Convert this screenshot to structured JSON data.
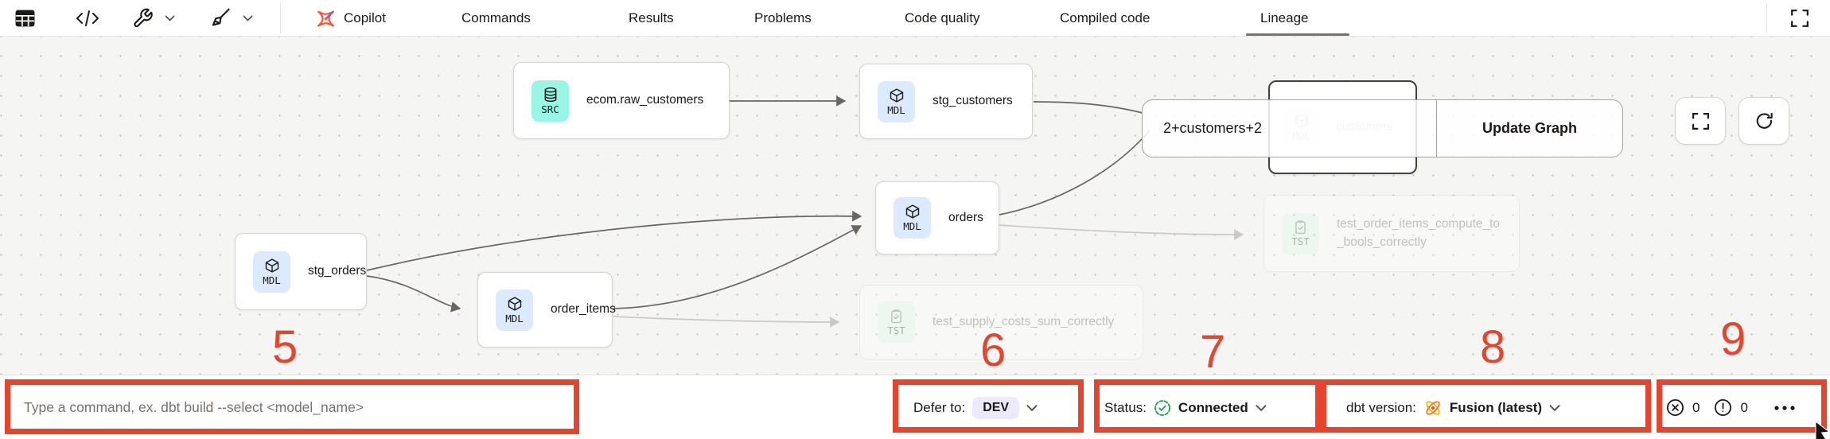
{
  "toolbar": {
    "tabs": [
      {
        "label": "Copilot"
      },
      {
        "label": "Commands"
      },
      {
        "label": "Results"
      },
      {
        "label": "Problems"
      },
      {
        "label": "Code quality"
      },
      {
        "label": "Compiled code"
      },
      {
        "label": "Lineage"
      }
    ],
    "active_tab": "Lineage"
  },
  "canvas": {
    "nodes": [
      {
        "badge": "SRC",
        "label": "ecom.raw_customers"
      },
      {
        "badge": "MDL",
        "label": "stg_customers"
      },
      {
        "badge": "MDL",
        "label": "customers"
      },
      {
        "badge": "MDL",
        "label": "orders"
      },
      {
        "badge": "MDL",
        "label": "stg_orders"
      },
      {
        "badge": "MDL",
        "label": "order_items"
      },
      {
        "badge": "TST",
        "label": "test_order_items_compute_to_bools_correctly"
      },
      {
        "badge": "TST",
        "label": "test_supply_costs_sum_correctly"
      }
    ],
    "controls": {
      "selector_value": "2+customers+2",
      "update_button": "Update Graph"
    }
  },
  "bottom_bar": {
    "command_placeholder": "Type a command, ex. dbt build --select <model_name>",
    "defer": {
      "label": "Defer to:",
      "value": "DEV"
    },
    "status": {
      "label": "Status:",
      "value": "Connected"
    },
    "version": {
      "label": "dbt version:",
      "value": "Fusion (latest)"
    },
    "errors": "0",
    "warnings": "0"
  },
  "annotations": {
    "n5": "5",
    "n6": "6",
    "n7": "7",
    "n8": "8",
    "n9": "9"
  },
  "colors": {
    "annotation_red": "#e8432c",
    "src_badge": "#99f6e4",
    "mdl_badge": "#dbeafe",
    "tst_badge": "#dcfce7",
    "dev_pill": "#ede9fe",
    "status_green": "#16a34a",
    "fusion_orange": "#f97316"
  }
}
